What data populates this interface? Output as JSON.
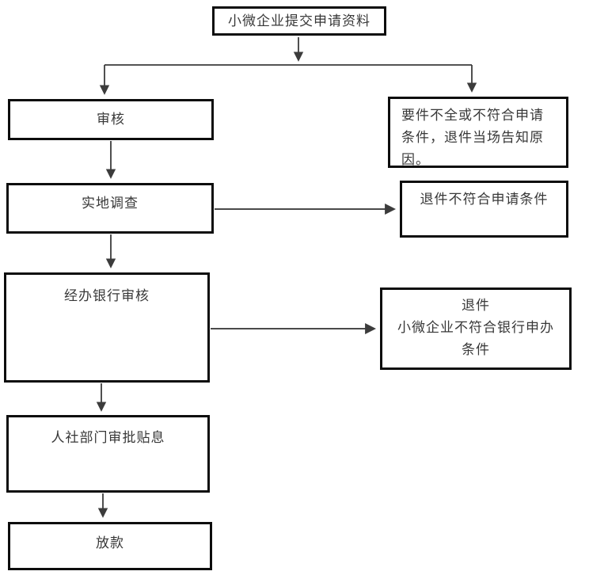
{
  "flowchart": {
    "nodes": {
      "submit": {
        "label": "小微企业提交申请资料"
      },
      "review": {
        "label": "审核"
      },
      "reject_incomplete": {
        "label": "要件不全或不符合申请条件，退件当场告知原因。"
      },
      "field_survey": {
        "label": "实地调查"
      },
      "reject_application": {
        "label": "退件不符合申请条件"
      },
      "bank_review": {
        "label": "经办银行审核"
      },
      "reject_bank": {
        "line1": "退件",
        "line2": "小微企业不符合银行申办条件"
      },
      "hr_subsidy_approval": {
        "label": "人社部门审批贴息"
      },
      "disburse_loan": {
        "label": "放款"
      }
    },
    "colors": {
      "background": "#ffffff",
      "box_border": "#0d0d0d",
      "text": "#383838",
      "arrow": "#3c3c3c"
    }
  }
}
